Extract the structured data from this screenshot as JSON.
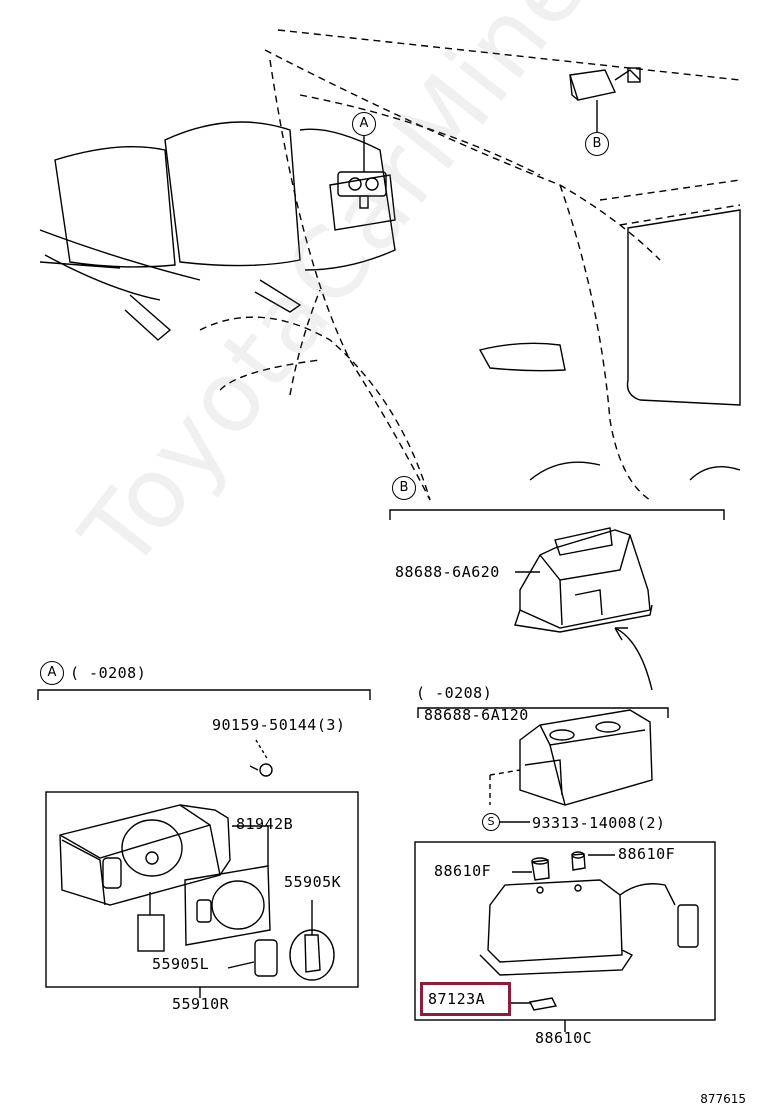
{
  "callouts": {
    "a_top": "A",
    "b_top": "B",
    "b_section": "B",
    "a_section": "A"
  },
  "sections": {
    "a_range": "(     -0208)",
    "b_range": "(     -0208)"
  },
  "parts": {
    "p88688_6a620": "88688-6A620",
    "p88688_6a120": "88688-6A120",
    "p90159_50144": "90159-50144(3)",
    "p81942b": "81942B",
    "p55905k": "55905K",
    "p55905l": "55905L",
    "p55910r": "55910R",
    "p93313_14008": "93313-14008(2)",
    "p88610f_left": "88610F",
    "p88610f_right": "88610F",
    "p87123a": "87123A",
    "p88610c": "88610C"
  },
  "s_symbol": "S",
  "watermark": "ToyotaCarMine.ru",
  "diagram_id": "877615",
  "highlight_color": "#8e1d3b"
}
